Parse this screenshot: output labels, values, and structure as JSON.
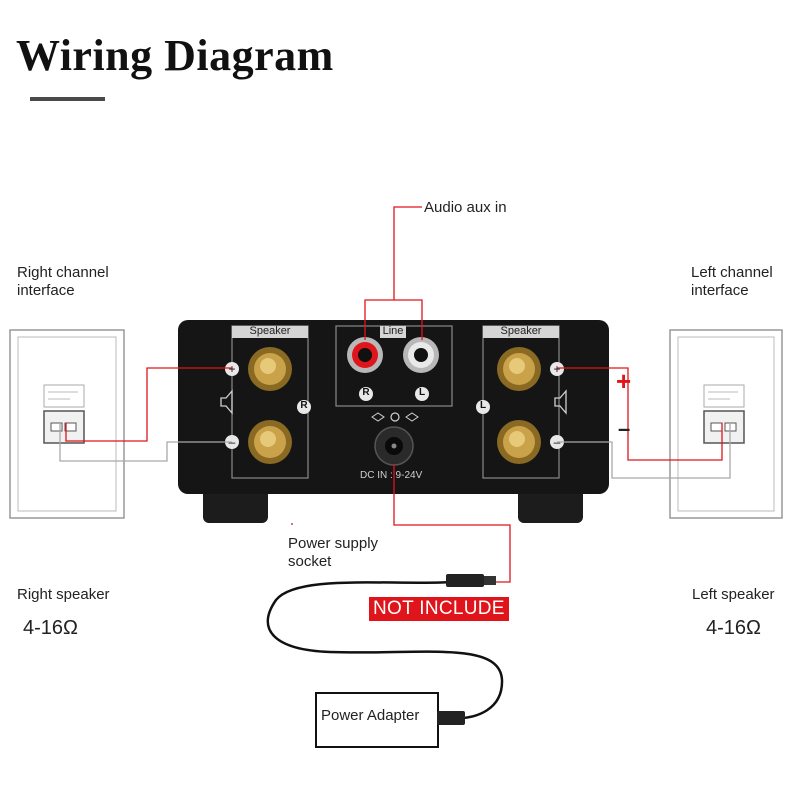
{
  "title": "Wiring Diagram",
  "labels": {
    "audio_aux_in": "Audio aux in",
    "right_channel_interface": "Right channel interface",
    "left_channel_interface": "Left channel interface",
    "power_supply_socket": "Power supply socket",
    "not_include": "NOT INCLUDE",
    "right_speaker": "Right speaker",
    "left_speaker": "Left speaker",
    "right_impedance": "4-16Ω",
    "left_impedance": "4-16Ω",
    "power_adapter": "Power  Adapter"
  },
  "amplifier": {
    "speaker_left_label": "Speaker",
    "line_label": "Line",
    "speaker_right_label": "Speaker",
    "channel_r": "R",
    "channel_l": "L",
    "line_r": "R",
    "line_l": "L",
    "dc_in": "DC IN : 9-24V"
  },
  "polarity": {
    "plus": "+",
    "minus": "–"
  },
  "colors": {
    "wire_red": "#e0151b",
    "amp_body": "#151515",
    "terminal_gold": "#c9a24a",
    "accent_red": "#e0151b"
  }
}
